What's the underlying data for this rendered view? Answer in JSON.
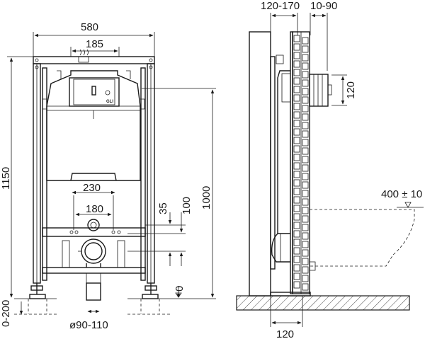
{
  "front_view": {
    "width_overall": "580",
    "width_inner": "185",
    "height_overall": "1150",
    "height_mount": "1000",
    "button_width": "230",
    "button_spacing": "180",
    "dim_35": "35",
    "dim_100": "100",
    "floor_level": "0",
    "adjust_range": "0-200",
    "outlet_diameter": "ø90-110",
    "cistern_brand": "GLI"
  },
  "side_view": {
    "depth_range": "120-170",
    "offset_range": "10-90",
    "inlet_height": "120",
    "bowl_height": "400 ± 10",
    "base_width": "120"
  }
}
